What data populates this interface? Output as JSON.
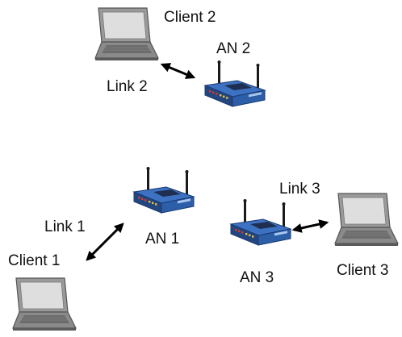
{
  "clients": [
    {
      "id": "client-1",
      "label": "Client 1"
    },
    {
      "id": "client-2",
      "label": "Client 2"
    },
    {
      "id": "client-3",
      "label": "Client 3"
    }
  ],
  "access_nodes": [
    {
      "id": "an-1",
      "label": "AN 1"
    },
    {
      "id": "an-2",
      "label": "AN 2"
    },
    {
      "id": "an-3",
      "label": "AN 3"
    }
  ],
  "links": [
    {
      "id": "link-1",
      "label": "Link 1",
      "from": "client-1",
      "to": "an-1"
    },
    {
      "id": "link-2",
      "label": "Link 2",
      "from": "client-2",
      "to": "an-2"
    },
    {
      "id": "link-3",
      "label": "Link 3",
      "from": "an-3",
      "to": "client-3"
    }
  ],
  "icons": {
    "client": "laptop-icon",
    "access_node": "wireless-router-icon"
  },
  "colors": {
    "router_body": "#2c5fa8",
    "router_dark": "#1a3a70",
    "laptop_frame": "#8c8c8c",
    "laptop_screen": "#d9d9d9",
    "link": "#000000"
  }
}
